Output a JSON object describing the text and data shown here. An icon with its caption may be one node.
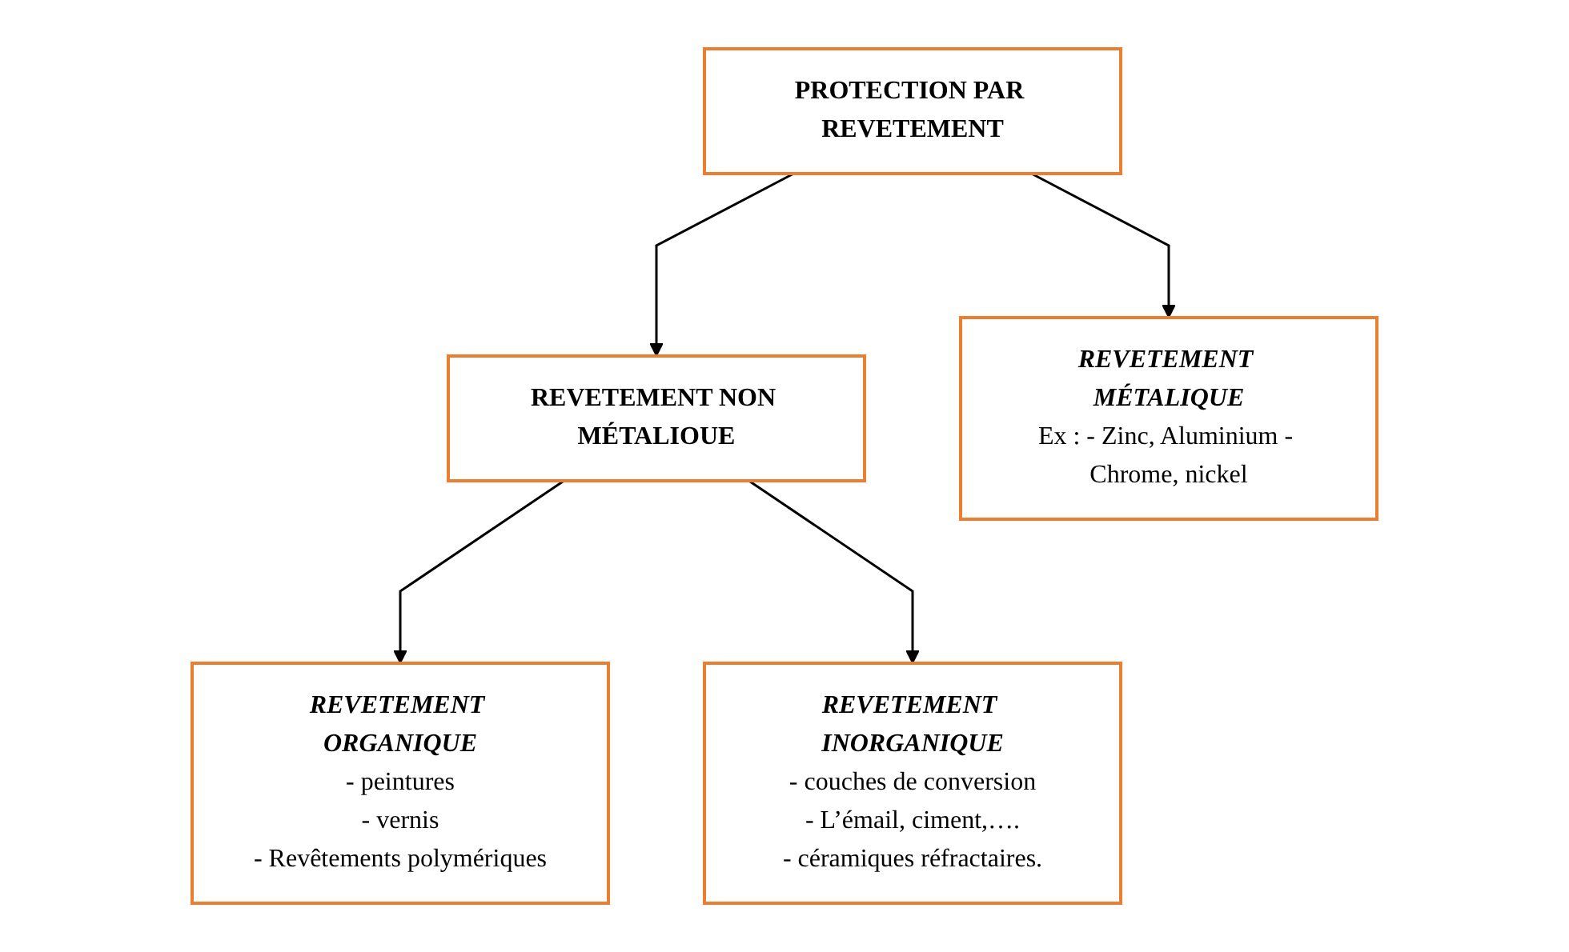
{
  "diagram": {
    "nodes": [
      {
        "text": [
          "PROTECTION PAR REVETEMENT"
        ]
      },
      {
        "text": [
          "REVETEMENT NON MÉTALIOUE"
        ]
      },
      {
        "text": [
          "REVETEMENT MÉTALIQUE",
          "Ex : - Zinc, Aluminium - Chrome, nickel"
        ]
      },
      {
        "text": [
          "REVETEMENT ORGANIQUE",
          "- peintures",
          "- vernis",
          "- Revêtements polymériques"
        ]
      },
      {
        "text": [
          "REVETEMENT INORGANIQUE",
          "- couches de conversion",
          "- L’émail, ciment,….",
          "- céramiques réfractaires."
        ]
      }
    ],
    "edges": [
      {
        "from": 0,
        "to": 1,
        "arrow": "to"
      },
      {
        "from": 0,
        "to": 2,
        "arrow": "to"
      },
      {
        "from": 1,
        "to": 3,
        "arrow": "to"
      },
      {
        "from": 1,
        "to": 4,
        "arrow": "to"
      }
    ]
  }
}
